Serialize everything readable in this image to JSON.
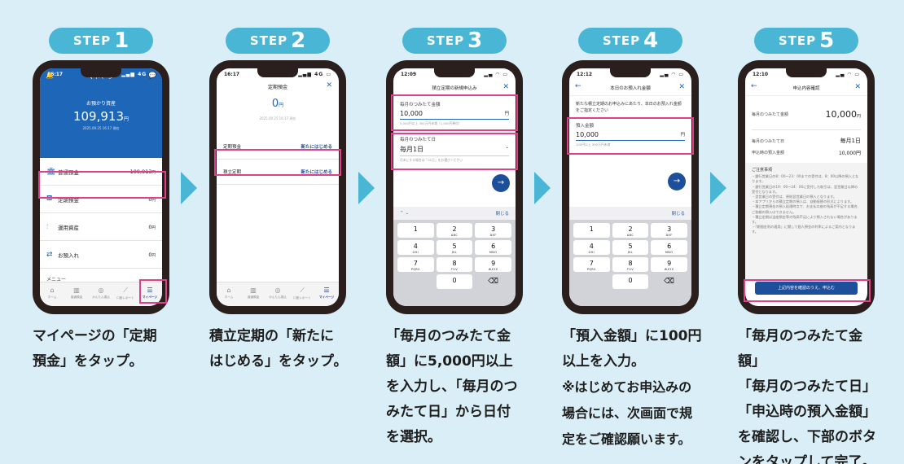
{
  "steps": [
    {
      "label": "STEP",
      "num": "1",
      "caption": "マイページの「定期\n預金」をタップ。"
    },
    {
      "label": "STEP",
      "num": "2",
      "caption": "積立定期の「新たに\nはじめる」をタップ。"
    },
    {
      "label": "STEP",
      "num": "3",
      "caption": "「毎月のつみたて金\n額」に5,000円以上\nを入力し、「毎月のつ\nみたて日」から日付\nを選択。"
    },
    {
      "label": "STEP",
      "num": "4",
      "caption": "「預入金額」に100円\n以上を入力。",
      "caption_note": "※はじめてお申込みの\n場合には、次画面で規\n定をご確認願います。"
    },
    {
      "label": "STEP",
      "num": "5",
      "caption": "「毎月のつみたて金額」\n「毎月のつみたて日」\n「申込時の預入金額」\nを確認し、下部のボタ\nンをタップして完了。"
    }
  ],
  "colors": {
    "accent": "#4ab6d6",
    "brand": "#1e66b8",
    "highlight": "#e0408a",
    "background": "#d9eef6"
  },
  "s1": {
    "time": "16:17",
    "status": "4G",
    "title": "マイページ",
    "balance_label": "お預かり資産",
    "balance": "109,913",
    "yen": "円",
    "date": "2025.09.25 16:17 現在",
    "rows": [
      {
        "label": "普通預金",
        "amount": "109,913",
        "unit": "円",
        "icon": "bank-icon"
      },
      {
        "label": "定期預金",
        "amount": "0",
        "unit": "円",
        "icon": "pot-icon"
      },
      {
        "label": "運用資産",
        "amount": "0",
        "unit": "円",
        "icon": "chart-icon"
      },
      {
        "label": "お預入れ",
        "amount": "0",
        "unit": "円",
        "icon": "deposit-icon"
      }
    ],
    "menu": "メニュー",
    "tabs": [
      "ホーム",
      "普通預金",
      "かんたん振込",
      "口座レポート",
      "マイページ"
    ]
  },
  "s2": {
    "time": "16:17",
    "status": "4G",
    "title": "定期預金",
    "total": "0",
    "yen": "円",
    "date": "2025.09.25 16:17 現在",
    "rows": [
      {
        "label": "定期預金",
        "link": "新たにはじめる"
      },
      {
        "label": "積立定期",
        "link": "新たにはじめる"
      }
    ],
    "tabs": [
      "ホーム",
      "普通預金",
      "かんたん振込",
      "口座レポート",
      "マイページ"
    ]
  },
  "s3": {
    "time": "12:09",
    "title": "積立定期の新規申込み",
    "amount_label": "毎月のつみたて金額",
    "amount": "10,000",
    "yen": "円",
    "amount_hint": "5,000円以上 300万円未満（1,000円単位）",
    "day_label": "毎月のつみたて日",
    "day": "毎月1日",
    "day_hint": "月末にする場合は「31日」をお選びください",
    "close": "閉じる"
  },
  "s4": {
    "time": "12:12",
    "title": "本日のお預入れ金額",
    "intro": "新たな積立定期のお申込みにあたり、本日のお預入れ金額をご指定ください",
    "amount_label": "預入金額",
    "amount": "10,000",
    "yen": "円",
    "hint": "100円以上 300万円未満",
    "close": "閉じる"
  },
  "keypad": [
    {
      "d": "1",
      "l": ""
    },
    {
      "d": "2",
      "l": "ABC"
    },
    {
      "d": "3",
      "l": "DEF"
    },
    {
      "d": "4",
      "l": "GHI"
    },
    {
      "d": "5",
      "l": "JKL"
    },
    {
      "d": "6",
      "l": "MNO"
    },
    {
      "d": "7",
      "l": "PQRS"
    },
    {
      "d": "8",
      "l": "TUV"
    },
    {
      "d": "9",
      "l": "WXYZ"
    },
    {
      "d": "",
      "l": ""
    },
    {
      "d": "0",
      "l": ""
    },
    {
      "d": "⌫",
      "l": ""
    }
  ],
  "s5": {
    "time": "12:10",
    "title": "申込内容確認",
    "amount_label": "毎月のつみたて金額",
    "amount": "10,000",
    "yen": "円",
    "day_label": "毎月のつみたて日",
    "day": "毎月1日",
    "deposit_label": "申込時の預入金額",
    "deposit": "10,000",
    "notice_title": "ご注意事項",
    "notice": "・銀行営業日の8：00〜23：00までの受付は、8：00以降の預入となります。\n・銀行営業日の19：00〜24：00に受付した取引は、翌営業日以降の受付となります。\n・翌営業日の受付は、原則翌営業日の預入となります。\n・本アプリからの積立定期の預入は、自動振替の形式によります。\n・積立定期預金の預入処理時点で、お支払口座の残高が不足する場合、ご依頼の預入はできません。\n・積立定期は当座預金等の残高不足により預入されない場合があります。\n・「期間金利の適用」に関して個人預金の利率によるご案内となります。",
    "button": "上記内容を確認のうえ、申込む"
  }
}
